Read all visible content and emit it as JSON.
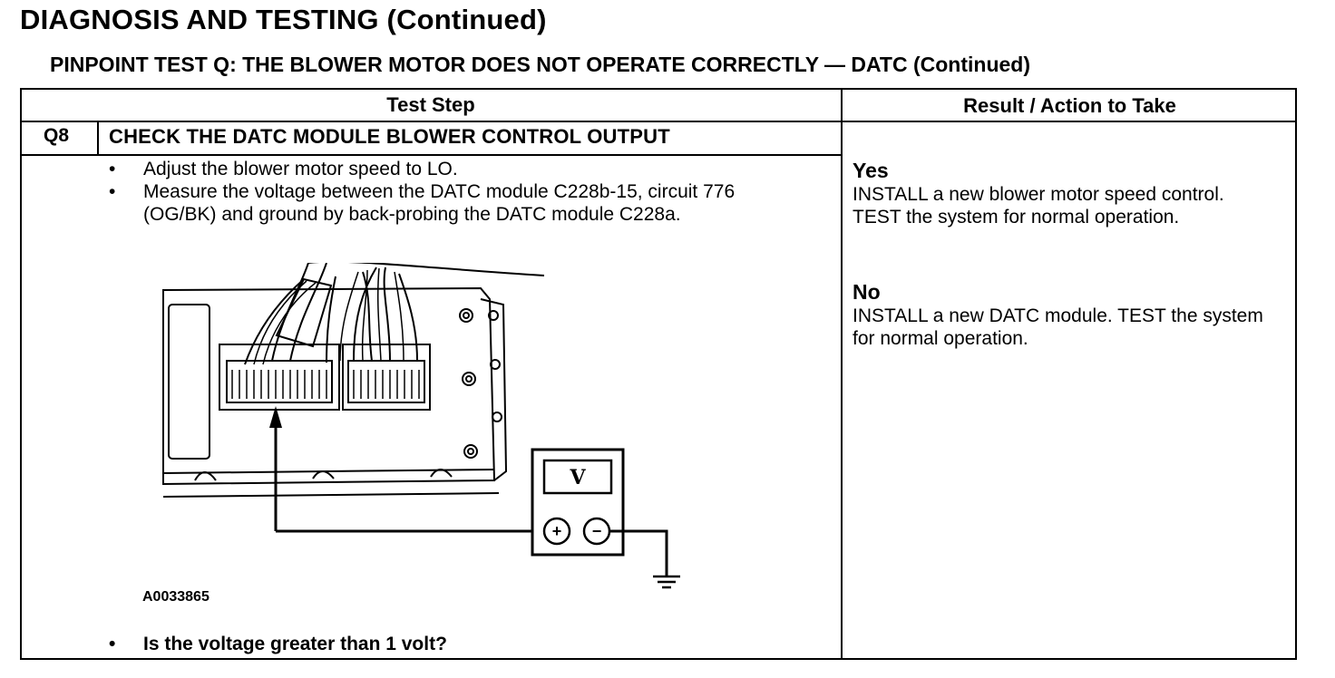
{
  "header": {
    "title": "DIAGNOSIS AND TESTING (Continued)",
    "subtitle": "PINPOINT TEST Q: THE BLOWER MOTOR DOES NOT OPERATE CORRECTLY — DATC (Continued)"
  },
  "table": {
    "col_test_step": "Test Step",
    "col_result": "Result / Action to Take",
    "step": {
      "id": "Q8",
      "title": "CHECK THE DATC MODULE BLOWER CONTROL OUTPUT",
      "bullets": [
        "Adjust the blower motor speed to LO.",
        "Measure the voltage between the DATC module C228b-15, circuit 776 (OG/BK) and ground by back-probing the DATC module C228a."
      ],
      "bullet_mark": "•",
      "figure_code": "A0033865",
      "question": "Is the voltage greater than 1 volt?"
    },
    "results": [
      {
        "label": "Yes",
        "action": "INSTALL a new blower motor speed control. TEST the system for normal operation."
      },
      {
        "label": "No",
        "action": "INSTALL a new DATC module. TEST the system for normal operation."
      }
    ]
  },
  "diagram": {
    "meter_symbol": "V",
    "plus_symbol": "+",
    "minus_symbol": "−",
    "icons": [
      "datc-module-illustration",
      "voltmeter-icon",
      "ground-symbol-icon",
      "probe-arrow-icon"
    ]
  }
}
